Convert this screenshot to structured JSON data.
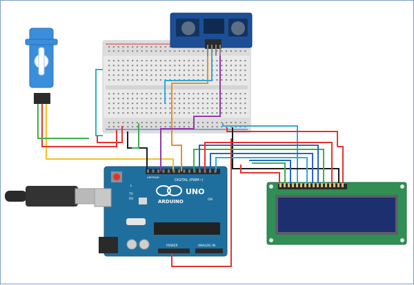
{
  "arduino": {
    "brand": "ARDUINO",
    "model": "UNO",
    "digital_header_label": "DIGITAL (PWM~)",
    "power_label": "POWER",
    "analog_label": "ANALOG IN",
    "tx_label": "TX",
    "rx_label": "RX",
    "l_label": "L",
    "on_label": "ON",
    "aref_label": "AREF",
    "gnd_label": "GND"
  },
  "colors": {
    "red": "#e5312b",
    "black": "#1b1b1b",
    "green": "#37b14a",
    "yellow": "#f2c21a",
    "orange": "#f08a24",
    "purple": "#8e3aa8",
    "cyan": "#31a9d6",
    "blue": "#2266c9",
    "arduino_teal": "#1f6f9e",
    "lcd_green": "#2f8f55",
    "lcd_screen": "#1e2f6f",
    "sensor_blue": "#1d4f97",
    "servo_blue": "#3b8edb"
  }
}
